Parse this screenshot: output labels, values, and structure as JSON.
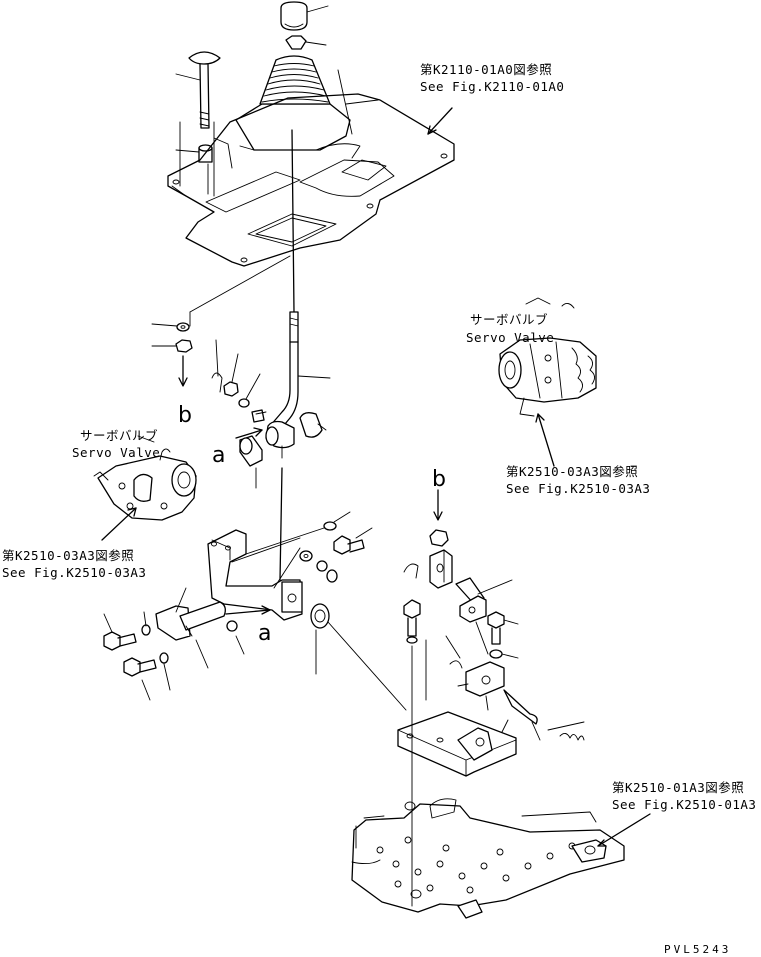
{
  "refs": {
    "top_right": {
      "jp": "第K2110-01A0図参照",
      "en": "See Fig.K2110-01A0"
    },
    "left": {
      "jp": "第K2510-03A3図参照",
      "en": "See Fig.K2510-03A3"
    },
    "mid_right": {
      "jp": "第K2510-03A3図参照",
      "en": "See Fig.K2510-03A3"
    },
    "bottom_right": {
      "jp": "第K2510-01A3図参照",
      "en": "See Fig.K2510-01A3"
    }
  },
  "servo_left": {
    "jp": "サーボバルブ",
    "en": "Servo Valve"
  },
  "servo_right": {
    "jp": "サーボバルブ",
    "en": "Servo Valve"
  },
  "markers": {
    "b_left": "b",
    "a_left": "a",
    "a_bottom": "a",
    "b_right": "b"
  },
  "drawing_code": "PVL5243"
}
